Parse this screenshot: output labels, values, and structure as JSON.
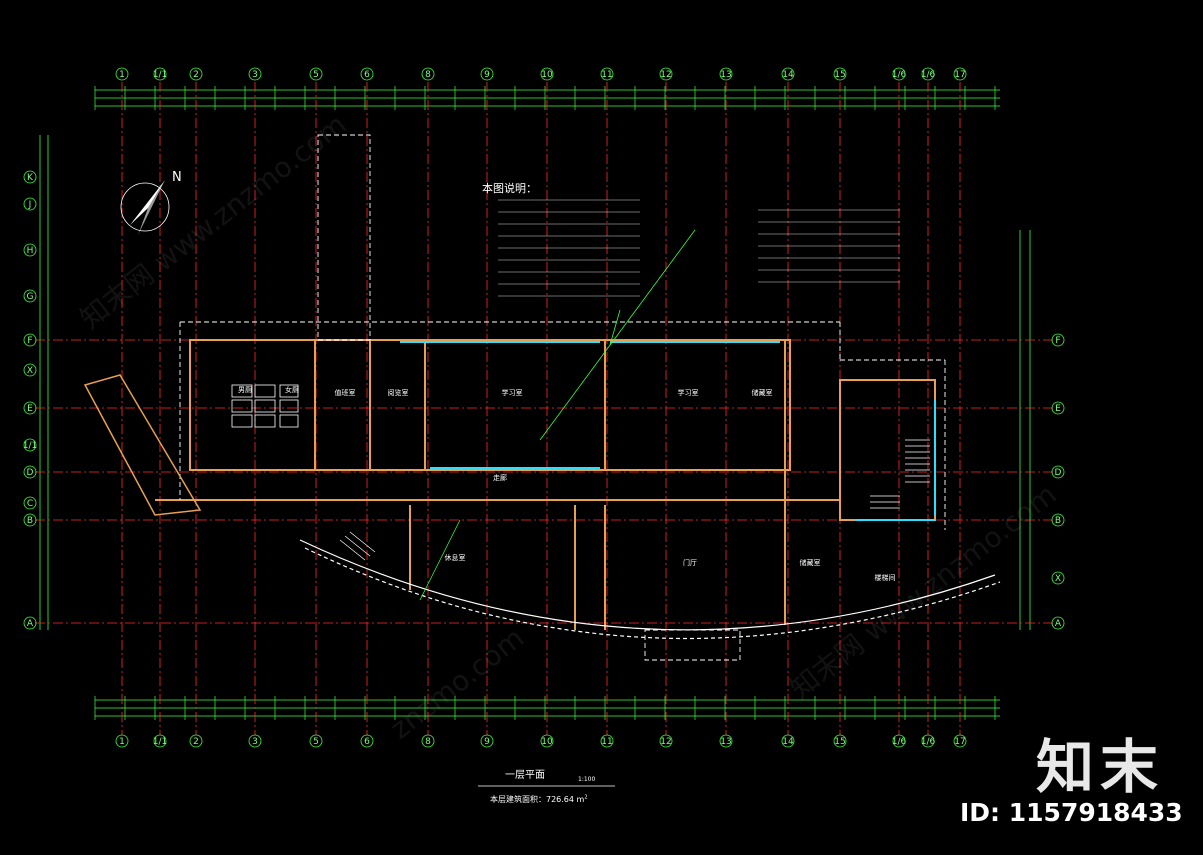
{
  "drawing": {
    "title": "一层平面",
    "scale": "1:100",
    "area_text": "本层建筑面积：726.64 m",
    "area_sup": "2",
    "notes_title": "本图说明：",
    "compass_label": "N"
  },
  "grid_top": [
    "1",
    "1/1",
    "2",
    "3",
    "5",
    "6",
    "8",
    "9",
    "10",
    "11",
    "12",
    "13",
    "14",
    "15",
    "1/6",
    "1/6",
    "17"
  ],
  "grid_left": [
    "K",
    "J",
    "H",
    "G",
    "F",
    "X",
    "E",
    "1/1",
    "D",
    "C",
    "B",
    "A"
  ],
  "grid_right": [
    "F",
    "E",
    "D",
    "B",
    "X",
    "A"
  ],
  "rooms": [
    "男厕",
    "女厕",
    "值班室",
    "阅览室",
    "学习室",
    "学习室",
    "储藏室",
    "门厅",
    "休息室",
    "储藏室",
    "楼梯间",
    "走廊"
  ],
  "watermarks": [
    "知末网 www.znzmo.com",
    "znzmo.com",
    "知末网 www.znzmo.com"
  ],
  "brand": {
    "logo_text": "知末",
    "id_label": "ID: 1157918433"
  },
  "colors": {
    "background": "#000000",
    "grid_red": "#ff2a2a",
    "dim_green": "#39ff39",
    "wall_orange": "#e8a050",
    "text_white": "#ffffff",
    "glass_cyan": "#29e0ff"
  }
}
